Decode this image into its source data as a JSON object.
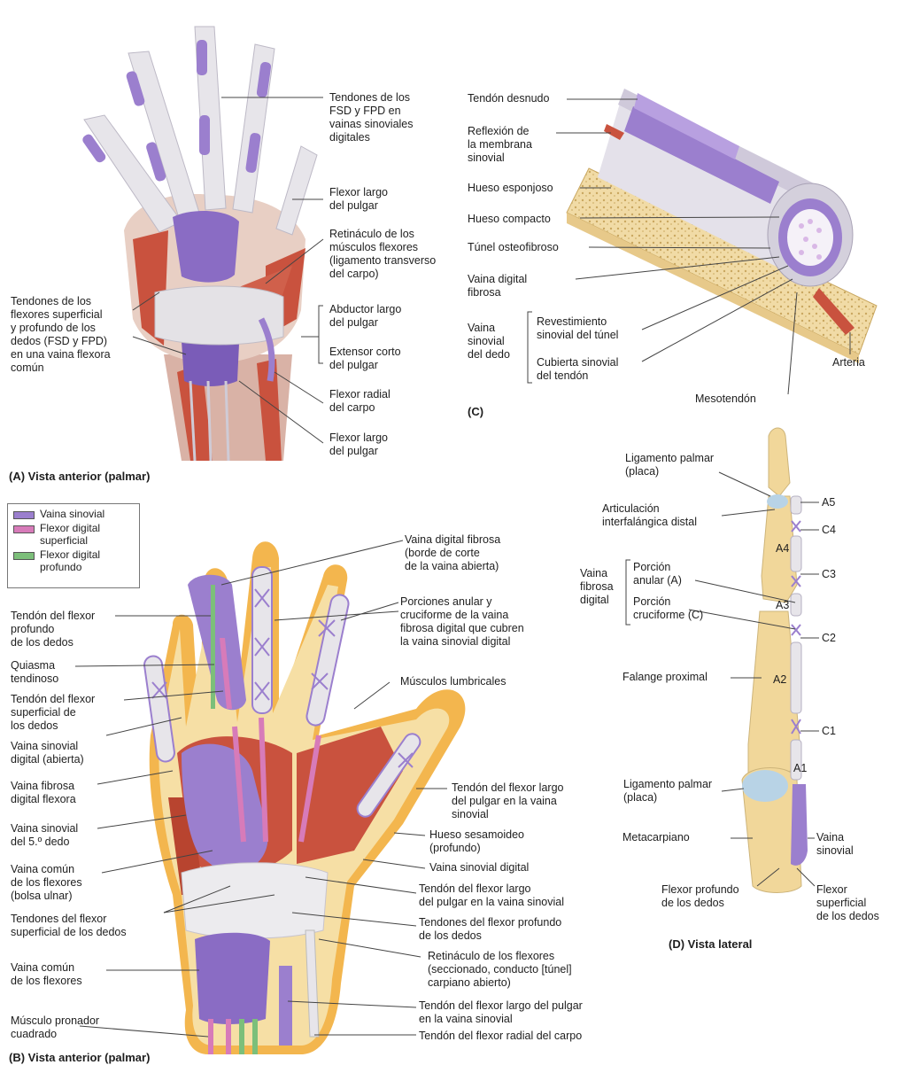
{
  "colors": {
    "sheath": "#9b7fce",
    "sheath_dark": "#6f52a8",
    "superficial": "#d77bb9",
    "profundus": "#7cbf7a",
    "muscle": "#c9523e",
    "bone": "#f1d79a",
    "skin_edge": "#f3b64e",
    "tendon": "#e6e4e8"
  },
  "panel_a": {
    "caption": "(A) Vista anterior (palmar)",
    "labels": {
      "tendones_fsd_fpd": "Tendones de los\nFSD y FPD en\nvainas sinoviales\ndigitales",
      "flexor_largo_pulgar_top": "Flexor largo\ndel pulgar",
      "retinaculo": "Retináculo de los\nmúsculos flexores\n(ligamento transverso\ndel carpo)",
      "abductor_largo": "Abductor largo\ndel pulgar",
      "extensor_corto": "Extensor corto\ndel pulgar",
      "flexor_radial": "Flexor radial\ndel carpo",
      "flexor_largo_pulgar_bottom": "Flexor largo\ndel pulgar",
      "tendones_comun": "Tendones de los\nflexores superficial\ny profundo de los\ndedos (FSD y FPD)\nen una vaina flexora\ncomún"
    }
  },
  "panel_c": {
    "caption": "(C)",
    "labels": {
      "tendon_desnudo": "Tendón desnudo",
      "reflexion": "Reflexión de\nla membrana\nsinovial",
      "hueso_esponjoso": "Hueso esponjoso",
      "hueso_compacto": "Hueso compacto",
      "tunel": "Túnel osteofibroso",
      "vaina_digital": "Vaina digital\nfibrosa",
      "vaina_sinovial_dedo": "Vaina\nsinovial\ndel dedo",
      "revestimiento": "Revestimiento\nsinovial del túnel",
      "cubierta": "Cubierta sinovial\ndel tendón",
      "arteria": "Arteria",
      "mesotendon": "Mesotendón"
    }
  },
  "panel_b": {
    "caption": "(B) Vista anterior (palmar)",
    "legend": [
      {
        "label": "Vaina sinovial",
        "color": "#9b7fce"
      },
      {
        "label": "Flexor digital\nsuperficial",
        "color": "#d77bb9"
      },
      {
        "label": "Flexor digital\nprofundo",
        "color": "#7cbf7a"
      }
    ],
    "labels": {
      "vaina_fibrosa_borde": "Vaina digital fibrosa\n(borde de corte\nde la vaina abierta)",
      "porciones": "Porciones anular y\ncruciforme de la vaina\nfibrosa digital que cubren\nla vaina sinovial digital",
      "lumbricales": "Músculos lumbricales",
      "tendon_flexor_profundo": "Tendón del flexor\nprofundo\nde los dedos",
      "quiasma": "Quiasma\ntendinoso",
      "tendon_flexor_superficial": "Tendón del flexor\nsuperficial de\nlos dedos",
      "vaina_sinovial_abierta": "Vaina sinovial\ndigital (abierta)",
      "vaina_fibrosa_flexora": "Vaina fibrosa\ndigital flexora",
      "vaina_5_dedo": "Vaina sinovial\ndel 5.º dedo",
      "vaina_comun_bolsa": "Vaina común\nde los flexores\n(bolsa ulnar)",
      "tendones_superficial": "Tendones del flexor\nsuperficial de los dedos",
      "vaina_comun": "Vaina común\nde los flexores",
      "pronador": "Músculo pronador\ncuadrado",
      "flexor_largo_pulgar_vaina": "Tendón del flexor largo\ndel pulgar en la vaina\nsinovial",
      "sesamoideo": "Hueso sesamoideo\n(profundo)",
      "vaina_sinovial_digital": "Vaina sinovial digital",
      "flexor_largo_pulgar_vaina2": "Tendón del flexor largo\ndel pulgar en la vaina sinovial",
      "tendones_profundo": "Tendones del flexor profundo\nde los dedos",
      "retinaculo_flexores": "Retináculo de los flexores\n(seccionado, conducto [túnel]\ncarpiano abierto)",
      "flexor_largo_pulgar_vaina3": "Tendón del flexor largo del pulgar\nen la vaina sinovial",
      "flexor_radial_carpo": "Tendón del flexor radial del carpo"
    }
  },
  "panel_d": {
    "caption": "(D) Vista lateral",
    "labels": {
      "ligamento_palmar_top": "Ligamento palmar\n(placa)",
      "articulacion": "Articulación\ninterfalángica distal",
      "vaina_fibrosa_digital": "Vaina\nfibrosa\ndigital",
      "porcion_anular": "Porción\nanular (A)",
      "porcion_cruciforme": "Porción\ncruciforme (C)",
      "falange": "Falange proximal",
      "ligamento_palmar_bottom": "Ligamento palmar\n(placa)",
      "metacarpiano": "Metacarpiano",
      "flexor_profundo": "Flexor profundo\nde los dedos",
      "vaina_sinovial": "Vaina\nsinovial",
      "flexor_superficial": "Flexor\nsuperficial\nde los dedos",
      "a5": "A5",
      "c4": "C4",
      "a4": "A4",
      "c3": "C3",
      "a3": "A3",
      "c2": "C2",
      "a2": "A2",
      "c1": "C1",
      "a1": "A1"
    }
  }
}
